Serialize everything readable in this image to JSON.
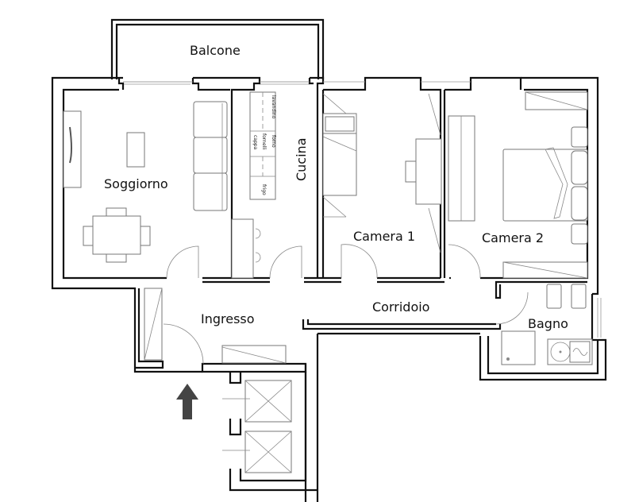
{
  "rooms": {
    "balcone": "Balcone",
    "soggiorno": "Soggiorno",
    "cucina": "Cucina",
    "camera1": "Camera 1",
    "camera2": "Camera 2",
    "ingresso": "Ingresso",
    "corridoio": "Corridoio",
    "bagno": "Bagno"
  },
  "kitchen_labels": {
    "lavandino": "lavandino",
    "cappa": "cappa",
    "fornelli": "fornelli",
    "forno": "forno",
    "frigo": "frigo"
  },
  "icons": {
    "entrance_arrow": "arrow-up",
    "elevator": "elevator-cross"
  },
  "colors": {
    "walls": "#111111",
    "furniture": "#777777",
    "arrow": "#444444"
  }
}
